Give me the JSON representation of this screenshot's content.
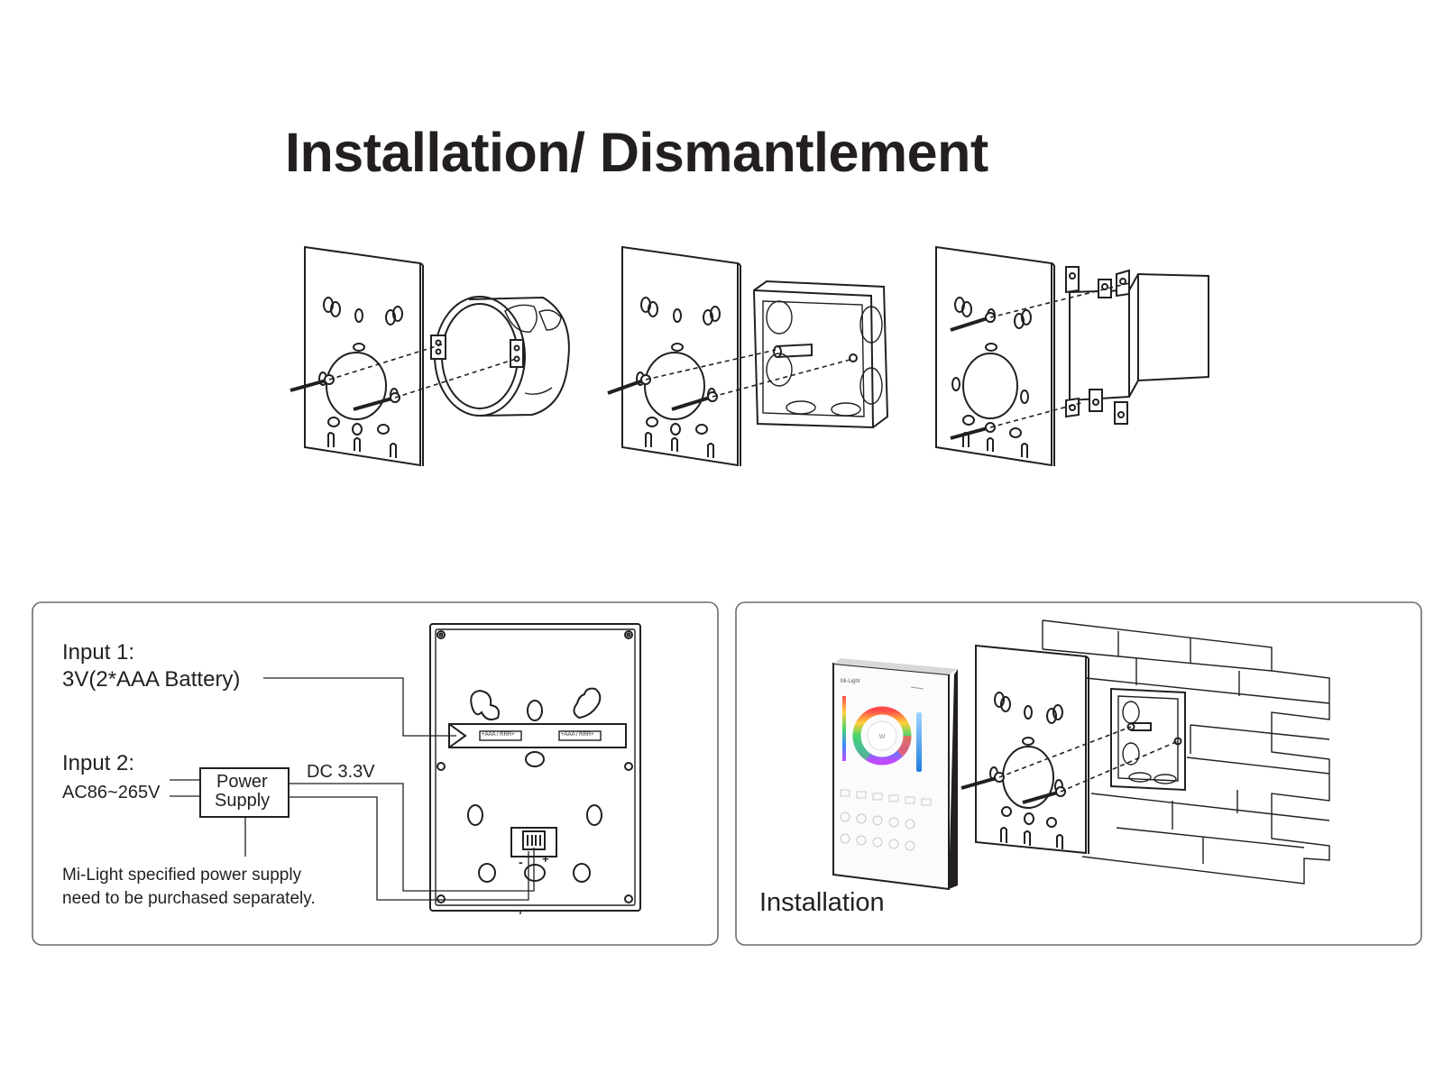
{
  "title": "Installation/ Dismantlement",
  "wiring": {
    "input1_heading": "Input 1:",
    "input1_value": "3V(2*AAA Battery)",
    "input2_heading": "Input 2:",
    "ac_range": "AC86~265V",
    "power_supply_line1": "Power",
    "power_supply_line2": "Supply",
    "dc_output": "DC 3.3V",
    "note_line1": "Mi-Light specified power supply",
    "note_line2": "need to be purchased separately.",
    "battery_label_1": "+AAA / RRR+",
    "battery_label_2": "+AAA / RRR+",
    "terminal_minus": "-",
    "terminal_plus": "+"
  },
  "installation": {
    "caption": "Installation",
    "device_brand": "Mi-Light",
    "wheel_center": "W"
  },
  "colors": {
    "ink": "#231f20",
    "panel_border": "#6d6e71"
  }
}
